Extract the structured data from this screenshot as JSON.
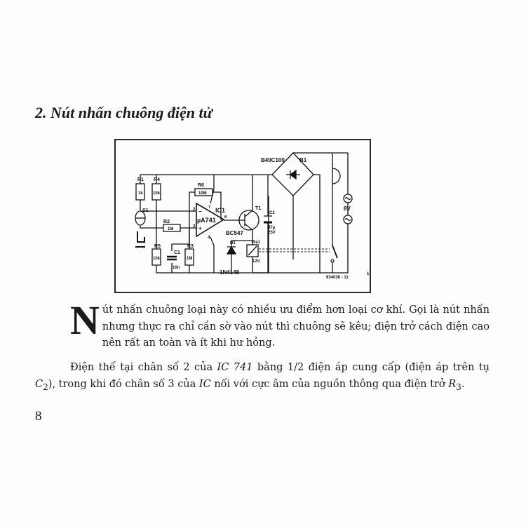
{
  "title": "2. Nút nhấn chuông điện tử",
  "diagram": {
    "labels": {
      "r1": "R1",
      "r1_val": "1k",
      "r4": "R4",
      "r4_val": "10k",
      "s1": "S1",
      "r6": "R6",
      "r6_val": "10M",
      "r2": "R2",
      "r2_val": "1M",
      "ic1": "IC1",
      "ic_type": "µA741",
      "pin2": "2",
      "pin3": "3",
      "pin4": "4",
      "pin6": "6",
      "pin7": "7",
      "minus": "−",
      "plus": "+",
      "r5": "R5",
      "r5_val": "10k",
      "c1": "C1",
      "c1_val": "10n",
      "r3": "R3",
      "r3_val": "1M",
      "t1": "T1",
      "t1_type": "BC547",
      "d1": "D1",
      "d1_type": "1N4148",
      "re1": "Re1",
      "re1_val": "12V",
      "c2": "C2",
      "c2_val": "47µ",
      "c2_volt": "25V",
      "bridge_type": "B40C100",
      "b1": "B1",
      "supply": "8V",
      "ref": "934036 - 11",
      "fig": "1"
    }
  },
  "paragraph1": {
    "dropcap": "N",
    "text": "út nhấn chuông loại này có nhiều ưu điểm hơn loại cơ khí. Gọi là nút nhấn nhưng thực ra chỉ cần sờ vào nút thì chuông sẽ kêu; điện trở cách điện cao nên rất an toàn và ít khi hư hỏng."
  },
  "paragraph2": {
    "t1": "Điện thế tại chân số 2 của ",
    "ic741": "IC 741",
    "t2": " bằng 1/2 điện áp cung cấp (điện áp trên tụ ",
    "c2": "C",
    "c2_sub": "2",
    "t3": "), trong khi đó chân số 3 của ",
    "ic": "IC",
    "t4": " nối với cực âm của nguồn thông qua điện trở ",
    "r3": "R",
    "r3_sub": "3",
    "t5": "."
  },
  "page_number": "8"
}
